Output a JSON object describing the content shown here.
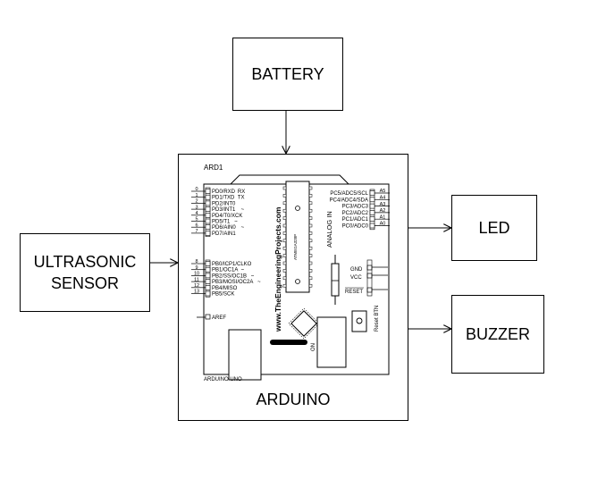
{
  "blocks": {
    "battery": "BATTERY",
    "ultrasonic_line1": "ULTRASONIC",
    "ultrasonic_line2": "SENSOR",
    "led": "LED",
    "buzzer": "BUZZER",
    "arduino": "ARDUINO"
  },
  "board": {
    "ref": "ARD1",
    "name": "ARDUINO UNO",
    "watermark": "www.TheEngineeringProjects.com",
    "analog_label": "ANALOG IN",
    "on_label": "ON",
    "reset_btn_label": "Reset BTN",
    "gnd": "GND",
    "vcc": "VCC",
    "reset": "RESET",
    "aref": "AREF",
    "digital_left": [
      {
        "num": "0",
        "label": "PD0/RXD",
        "note": "RX"
      },
      {
        "num": "1",
        "label": "PD1/TXD",
        "note": "TX"
      },
      {
        "num": "2",
        "label": "PD2/INT0",
        "note": ""
      },
      {
        "num": "3",
        "label": "PD3/INT1",
        "note": "~"
      },
      {
        "num": "4",
        "label": "PD4/T0/XCK",
        "note": ""
      },
      {
        "num": "5",
        "label": "PD5/T1",
        "note": "~"
      },
      {
        "num": "6",
        "label": "PD6/AIN0",
        "note": "~"
      },
      {
        "num": "7",
        "label": "PD7/AIN1",
        "note": ""
      }
    ],
    "digital_left2": [
      {
        "num": "8",
        "label": "PB0/ICP1/CLKO",
        "note": ""
      },
      {
        "num": "9",
        "label": "PB1/OC1A",
        "note": "~"
      },
      {
        "num": "10",
        "label": "PB2/SS/OC1B",
        "note": "~"
      },
      {
        "num": "11",
        "label": "PB3/MOSI/OC2A",
        "note": "~"
      },
      {
        "num": "12",
        "label": "PB4/MISO",
        "note": ""
      },
      {
        "num": "13",
        "label": "PB5/SCK",
        "note": ""
      }
    ],
    "analog_right": [
      {
        "num": "A5",
        "label": "PC5/ADC5/SCL"
      },
      {
        "num": "A4",
        "label": "PC4/ADC4/SDA"
      },
      {
        "num": "A3",
        "label": "PC3/ADC3"
      },
      {
        "num": "A2",
        "label": "PC2/ADC2"
      },
      {
        "num": "A1",
        "label": "PC1/ADC1"
      },
      {
        "num": "A0",
        "label": "PC0/ADC0"
      }
    ]
  }
}
